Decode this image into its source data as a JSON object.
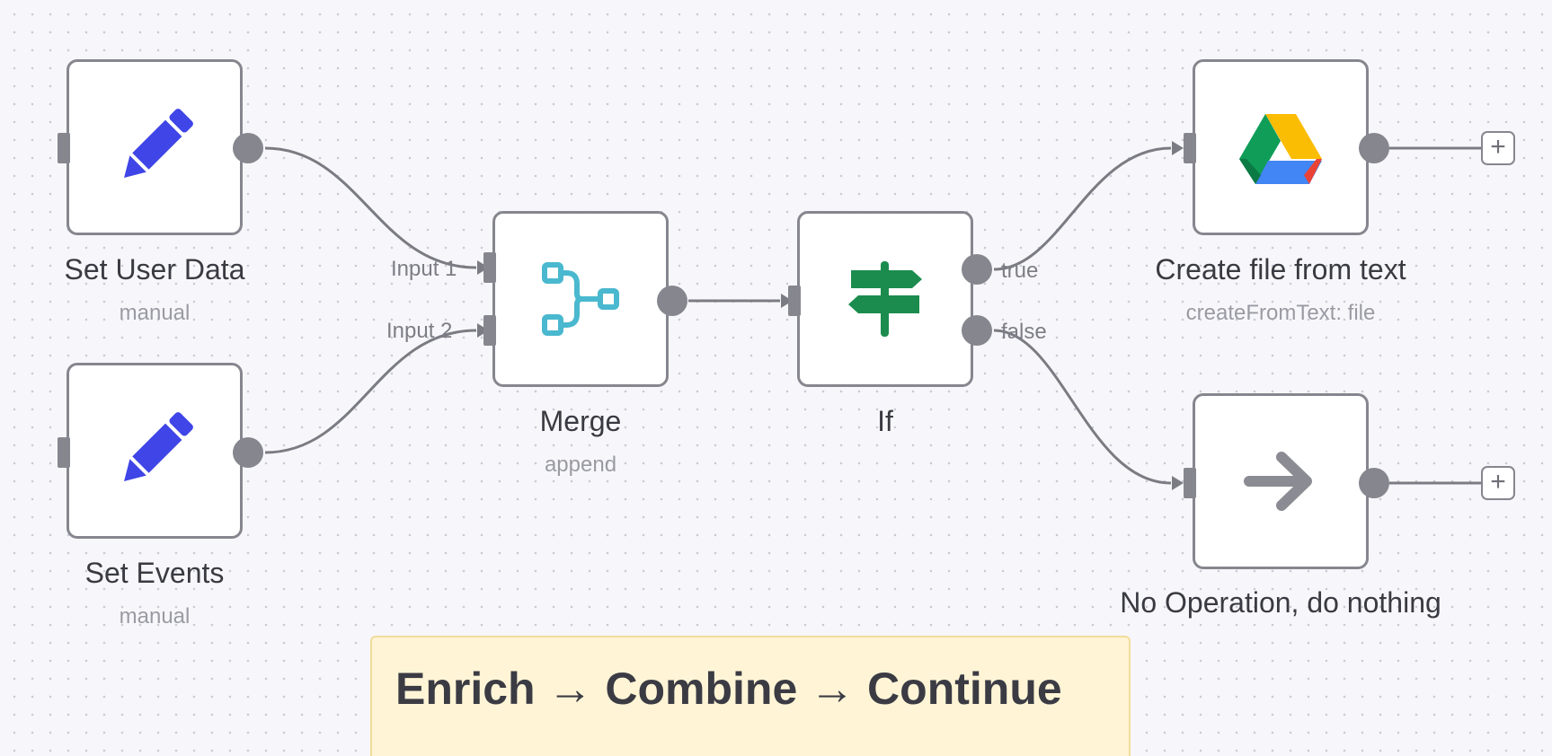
{
  "nodes": {
    "set_user_data": {
      "title": "Set User Data",
      "subtitle": "manual",
      "icon": "pencil-icon"
    },
    "set_events": {
      "title": "Set Events",
      "subtitle": "manual",
      "icon": "pencil-icon"
    },
    "merge": {
      "title": "Merge",
      "subtitle": "append",
      "icon": "merge-icon",
      "input1_label": "Input 1",
      "input2_label": "Input 2"
    },
    "if": {
      "title": "If",
      "icon": "signpost-icon",
      "true_label": "true",
      "false_label": "false"
    },
    "create_file": {
      "title": "Create file from text",
      "subtitle": "createFromText: file",
      "icon": "google-drive-icon"
    },
    "noop": {
      "title": "No Operation, do nothing",
      "icon": "arrow-right-icon"
    }
  },
  "add_button_label": "+",
  "sticky_note": {
    "text": "Enrich → Combine → Continue"
  },
  "colors": {
    "pencil": "#3f45e6",
    "merge": "#4ab8cf",
    "if": "#1b8c4e",
    "noop_arrow": "#8b8b93",
    "connection": "#7b7b83",
    "sticky_bg": "#fff5d6"
  }
}
